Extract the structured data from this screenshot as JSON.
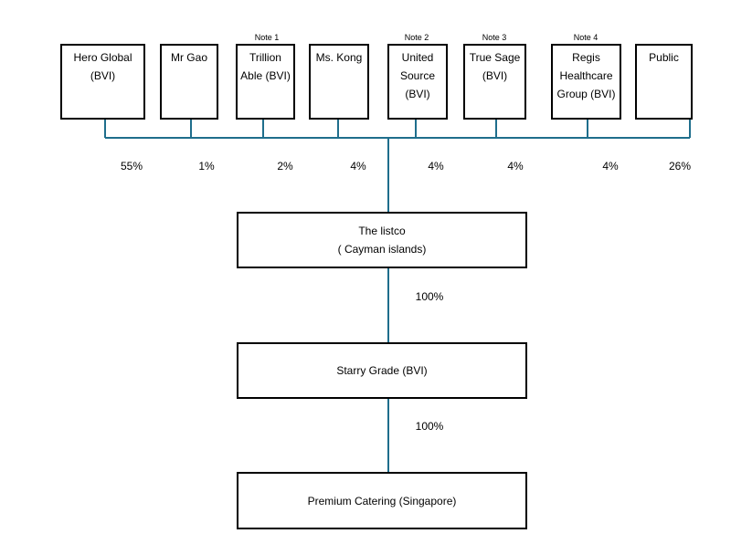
{
  "shareholders": [
    {
      "name": "Hero Global",
      "name2": "(BVI)",
      "name3": "",
      "note": "",
      "pct": "55%"
    },
    {
      "name": "Mr Gao",
      "name2": "",
      "name3": "",
      "note": "",
      "pct": "1%"
    },
    {
      "name": "Trillion",
      "name2": "Able (BVI)",
      "name3": "",
      "note": "Note 1",
      "pct": "2%"
    },
    {
      "name": "Ms. Kong",
      "name2": "",
      "name3": "",
      "note": "",
      "pct": "4%"
    },
    {
      "name": "United",
      "name2": "Source",
      "name3": "(BVI)",
      "note": "Note 2",
      "pct": "4%"
    },
    {
      "name": "True Sage",
      "name2": "(BVI)",
      "name3": "",
      "note": "Note 3",
      "pct": "4%"
    },
    {
      "name": "Regis",
      "name2": "Healthcare",
      "name3": "Group (BVI)",
      "note": "Note 4",
      "pct": "4%"
    },
    {
      "name": "Public",
      "name2": "",
      "name3": "",
      "note": "",
      "pct": "26%"
    }
  ],
  "listco": {
    "line1": "The listco",
    "line2": "( Cayman islands)"
  },
  "pct_listco_to_starry": "100%",
  "starry": {
    "line1": "Starry Grade (BVI)"
  },
  "pct_starry_to_premium": "100%",
  "premium": {
    "line1": "Premium Catering (Singapore)"
  },
  "colors": {
    "connector": "#1f6e8c",
    "border": "#000000"
  }
}
